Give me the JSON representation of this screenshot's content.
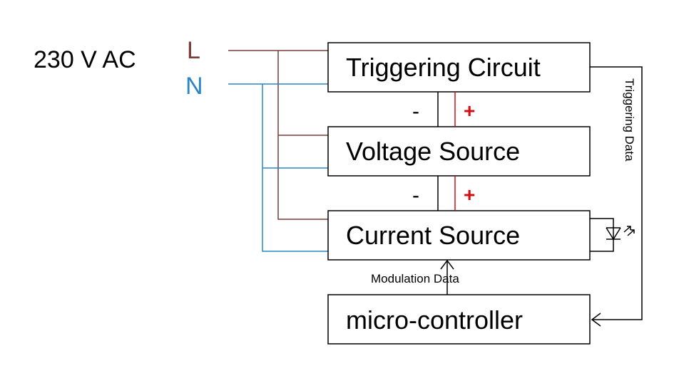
{
  "supply": {
    "label": "230 V AC",
    "line_label": "L",
    "neutral_label": "N"
  },
  "blocks": {
    "triggering_circuit": "Triggering Circuit",
    "voltage_source": "Voltage Source",
    "current_source": "Current Source",
    "microcontroller": "micro-controller"
  },
  "polarity": {
    "minus": "-",
    "plus": "+"
  },
  "signals": {
    "triggering_data": "Triggering Data",
    "modulation_data": "Modulation Data"
  },
  "colors": {
    "line": "#7a3b3b",
    "neutral": "#2b86c8",
    "plus": "#d01010",
    "ink": "#000000"
  },
  "icons": {
    "output_device": "led-icon"
  }
}
